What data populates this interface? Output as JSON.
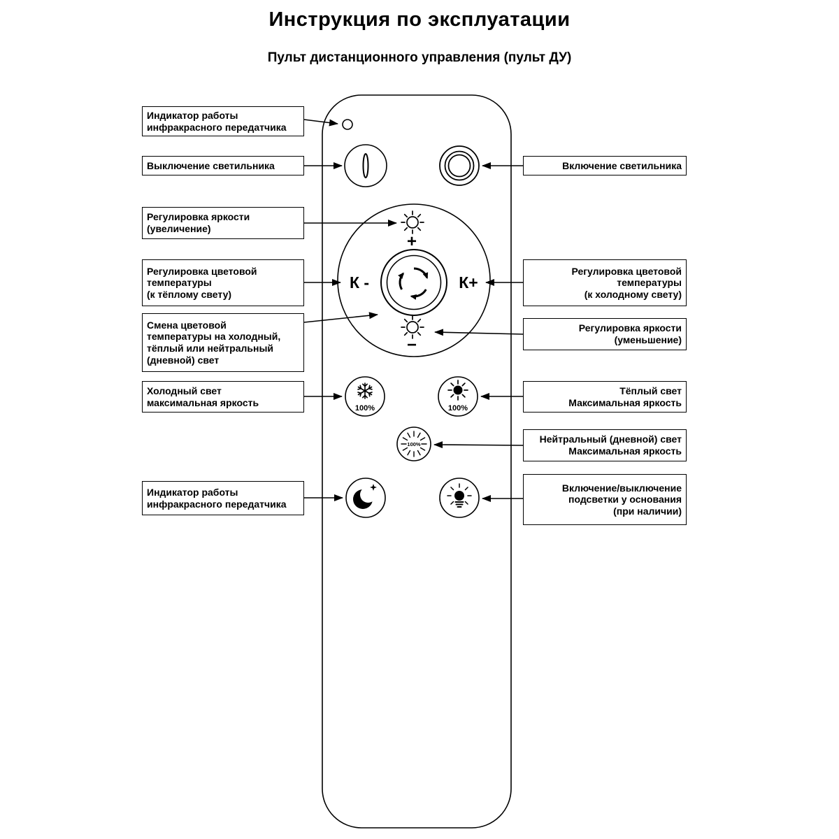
{
  "page": {
    "title": "Инструкция по эксплуатации",
    "subtitle": "Пульт дистанционного управления (пульт ДУ)"
  },
  "left_labels": {
    "ir_indicator_top": "Индикатор работы\nинфракрасного передатчика",
    "power_off": "Выключение светильника",
    "brightness_up": "Регулировка яркости\n(увеличение)",
    "temp_warm": "Регулировка цветовой\nтемпературы\n(к тёплому свету)",
    "temp_change": "Смена цветовой\nтемпературы на холодный,\nтёплый или нейтральный\n(дневной) свет",
    "cold_max": "Холодный свет\nмаксимальная яркость",
    "ir_indicator_bottom": "Индикатор работы\nинфракрасного передатчика"
  },
  "right_labels": {
    "power_on": "Включение светильника",
    "temp_cold": "Регулировка цветовой\nтемпературы\n(к холодному свету)",
    "brightness_down": "Регулировка яркости\n(уменьшение)",
    "warm_max": "Тёплый свет\nМаксимальная яркость",
    "neutral_max": "Нейтральный (дневной) свет\nМаксимальная яркость",
    "base_light": "Включение/выключение\nподсветки у основания\n(при наличии)"
  },
  "remote": {
    "k_minus": "К -",
    "k_plus": "К+",
    "plus": "+",
    "minus": "−",
    "percent_cold": "100%",
    "percent_warm": "100%",
    "percent_neutral": "100%"
  }
}
